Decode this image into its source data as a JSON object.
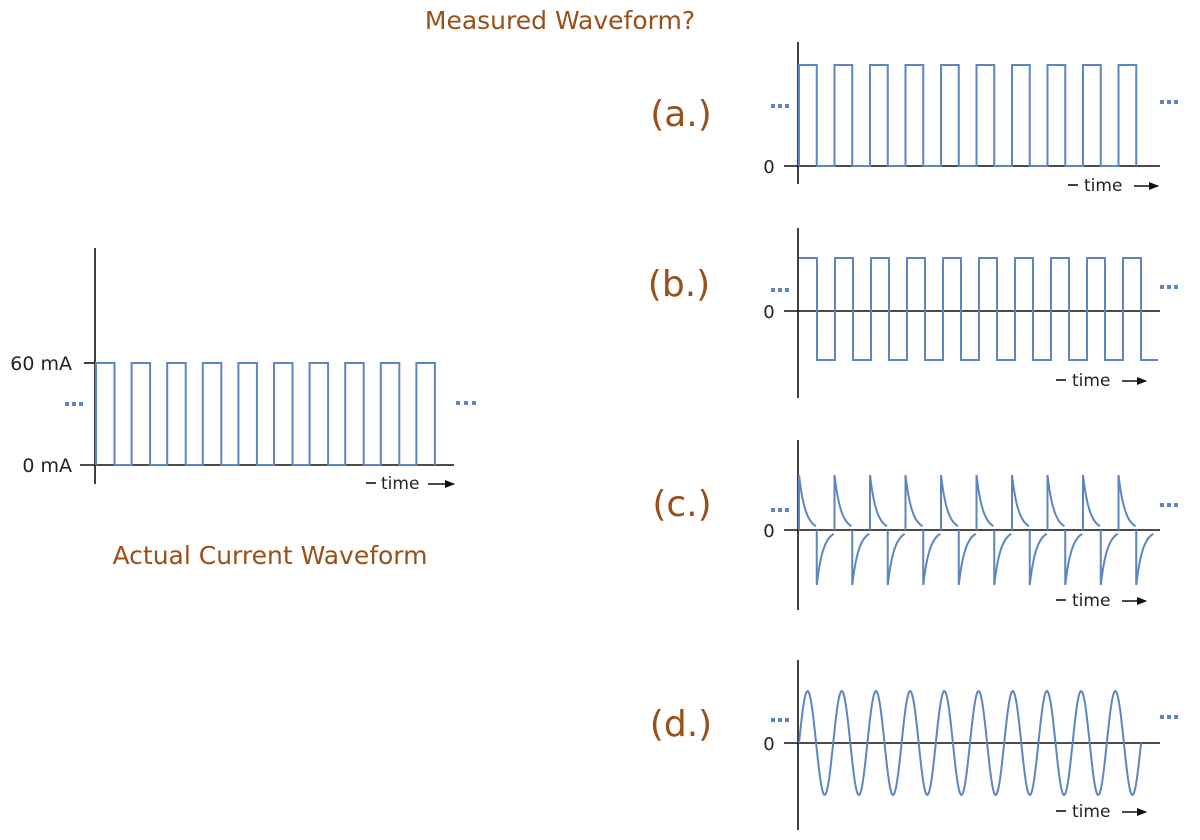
{
  "top_title": "Measured Waveform?",
  "actual": {
    "caption": "Actual Current Waveform",
    "y_high_label": "60 mA",
    "y_low_label": "0 mA",
    "time_label": "time",
    "pulses": 10
  },
  "options": [
    {
      "id": "a",
      "label": "(a.)",
      "zero_label": "0",
      "time_label": "time",
      "shape": "unipolar-square",
      "cycles": 10
    },
    {
      "id": "b",
      "label": "(b.)",
      "zero_label": "0",
      "time_label": "time",
      "shape": "bipolar-square",
      "cycles": 10
    },
    {
      "id": "c",
      "label": "(c.)",
      "zero_label": "0",
      "time_label": "time",
      "shape": "decaying-spikes",
      "cycles": 10
    },
    {
      "id": "d",
      "label": "(d.)",
      "zero_label": "0",
      "time_label": "time",
      "shape": "sine",
      "cycles": 10
    }
  ],
  "colors": {
    "wave": "#5b86c0",
    "title": "#9a4f1a",
    "axis": "#111111"
  },
  "continuation_marker": "..."
}
